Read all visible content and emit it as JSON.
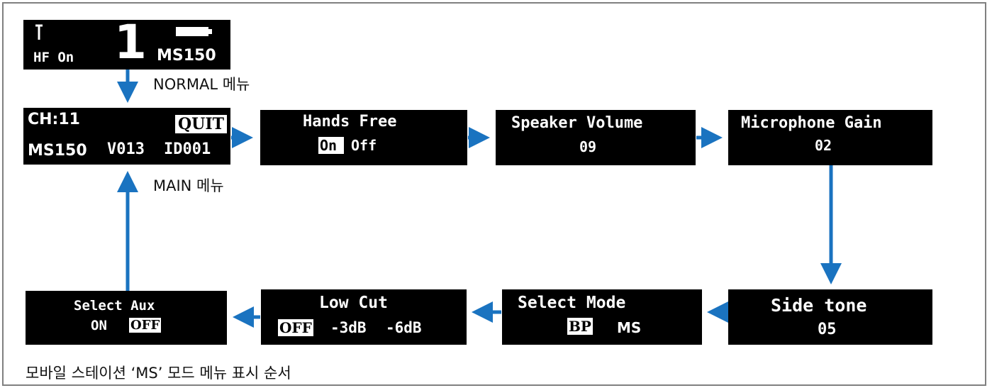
{
  "colors": {
    "arrow": "#1a73c0",
    "screen_bg": "#000000",
    "screen_text": "#ffffff",
    "border": "#808080"
  },
  "normal_screen": {
    "mode": "HF On",
    "channel_big": "1",
    "model": "MS150",
    "antenna_icon": "antenna-icon",
    "battery_icon": "battery-icon"
  },
  "normal_caption": "NORMAL 메뉴",
  "main_screen": {
    "channel": "CH:11",
    "quit": "QUIT",
    "model": "MS150",
    "version": "V013",
    "id": "ID001"
  },
  "main_caption": "MAIN 메뉴",
  "hands_free": {
    "title": "Hands Free",
    "opt_on": "On",
    "opt_off": "Off"
  },
  "speaker_volume": {
    "title": "Speaker Volume",
    "value": "09"
  },
  "mic_gain": {
    "title": "Microphone Gain",
    "value": "02"
  },
  "side_tone": {
    "title": "Side tone",
    "value": "05"
  },
  "select_mode": {
    "title": "Select Mode",
    "opt_bp": "BP",
    "opt_ms": "MS"
  },
  "low_cut": {
    "title": "Low Cut",
    "opt_off": "OFF",
    "opt_3": "-3dB",
    "opt_6": "-6dB"
  },
  "select_aux": {
    "title": "Select Aux",
    "opt_on": "ON",
    "opt_off": "OFF"
  },
  "footer_caption": "모바일 스테이션 ‘MS’ 모드 메뉴 표시 순서"
}
